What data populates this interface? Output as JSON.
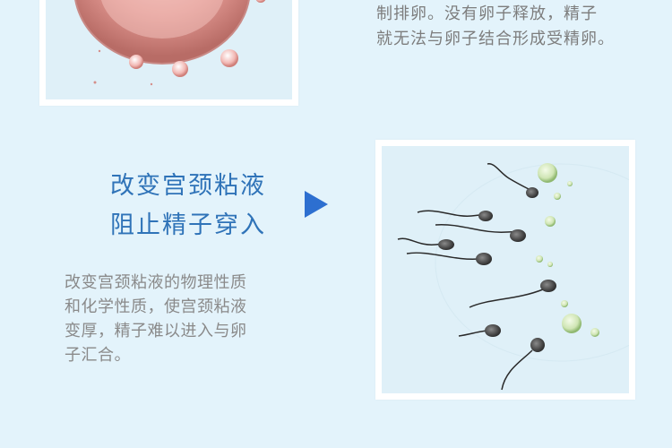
{
  "top_paragraph": {
    "lines": [
      "制排卵。没有卵子释放，精子",
      "就无法与卵子结合形成受精卵。"
    ]
  },
  "section": {
    "heading_lines": [
      "改变宫颈粘液",
      "阻止精子穿入"
    ],
    "description_lines": [
      "改变宫颈粘液的物理性质",
      "和化学性质，使宫颈粘液",
      "变厚，精子难以进入与卵",
      "子汇合。"
    ]
  },
  "colors": {
    "background": "#e3f3fb",
    "heading": "#2f73b8",
    "arrow": "#2d6fd0",
    "body_text": "#8a8a8a"
  },
  "icons": {
    "arrow": "play-triangle-icon"
  }
}
